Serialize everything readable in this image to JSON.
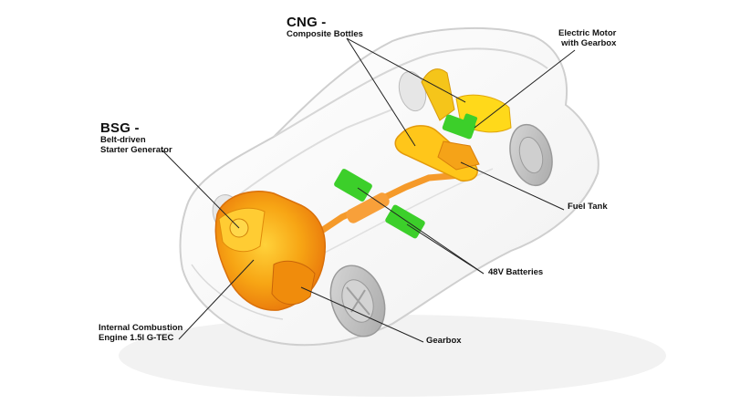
{
  "colors": {
    "engine": "#f29a0a",
    "engine_light": "#ffc21a",
    "cng": "#ffcc00",
    "battery": "#3ccf2a",
    "exhaust": "#f59a2a",
    "body_outline": "#cfcfcf",
    "leader": "#222222"
  },
  "labels": {
    "cng": {
      "title": "CNG -",
      "line1": "Composite Bottles"
    },
    "motor": {
      "line1": "Electric Motor",
      "line2": "with Gearbox"
    },
    "bsg": {
      "title": "BSG -",
      "line1": "Belt-driven",
      "line2": "Starter Generator"
    },
    "fuel_tank": {
      "line1": "Fuel Tank"
    },
    "batteries": {
      "line1": "48V Batteries"
    },
    "ice": {
      "line1": "Internal Combustion",
      "line2": "Engine 1.5l G-TEC"
    },
    "gearbox": {
      "line1": "Gearbox"
    }
  }
}
